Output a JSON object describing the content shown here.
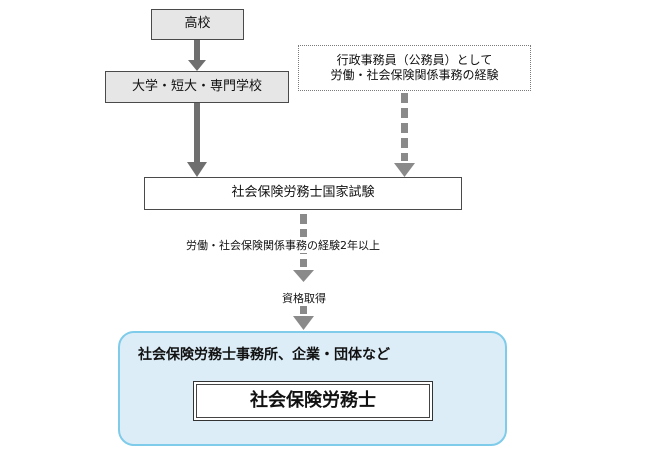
{
  "diagram": {
    "nodes": {
      "high_school": "高校",
      "university": "大学・短大・専門学校",
      "civil_servant_line1": "行政事務員（公務員）として",
      "civil_servant_line2": "労働・社会保険関係事務の経験",
      "exam": "社会保険労務士国家試験",
      "experience_requirement": "労働・社会保険関係事務の経験2年以上",
      "qualification": "資格取得",
      "workplace": "社会保険労務士事務所、企業・団体など",
      "profession": "社会保険労務士"
    },
    "colors": {
      "gray_box": "#e6e6e6",
      "solid_arrow": "#6f6f6f",
      "dotted_arrow": "#8a8a8a",
      "panel_fill": "#dcedf8",
      "panel_border": "#7fcbea"
    }
  }
}
